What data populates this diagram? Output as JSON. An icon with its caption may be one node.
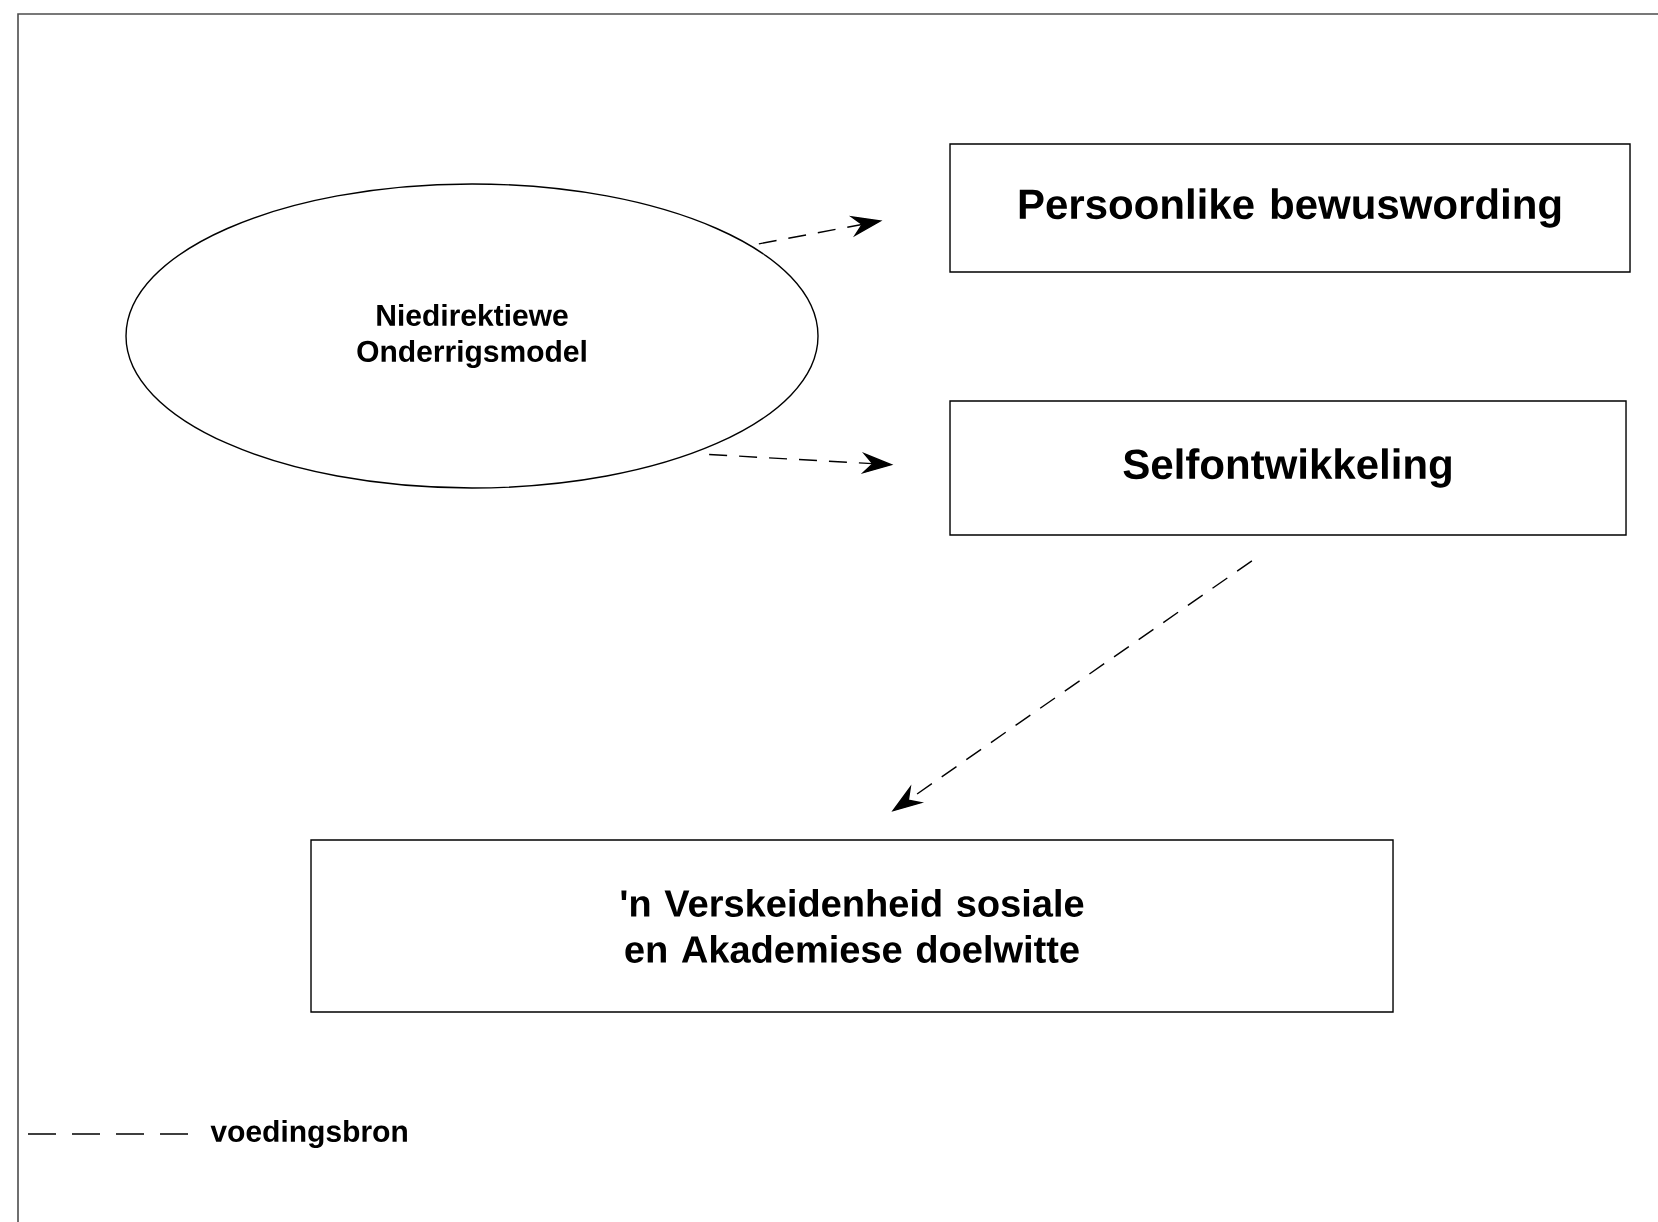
{
  "diagram": {
    "nodes": [
      {
        "text": [
          "Niedirektiewe Onderrigsmodel"
        ]
      },
      {
        "text": [
          "Persoonlike bewuswording"
        ]
      },
      {
        "text": [
          "Selfontwikkeling"
        ]
      },
      {
        "text": [
          "'n Verskeidenheid sosiale en Akademiese doelwitte"
        ]
      }
    ],
    "edges": [
      {
        "from": 0,
        "to": 1,
        "arrow": "to",
        "style": "dashed"
      },
      {
        "from": 0,
        "to": 2,
        "arrow": "to",
        "style": "dashed"
      },
      {
        "from": 2,
        "to": 3,
        "arrow": "to",
        "style": "dashed"
      }
    ],
    "legend": [
      {
        "text": "voedingsbron"
      }
    ]
  }
}
